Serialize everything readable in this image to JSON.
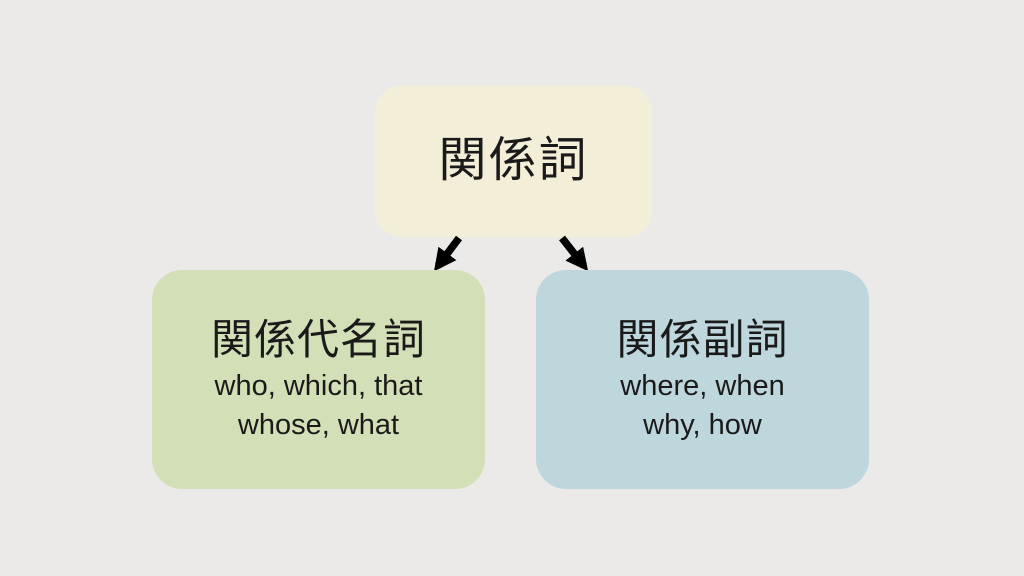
{
  "background_color": "#EBEAE8",
  "text_color": "#1A1A1A",
  "arrow_color": "#000000",
  "diagram": {
    "root": {
      "label": "関係詞",
      "color": "#F3EED8"
    },
    "children": [
      {
        "title": "関係代名詞",
        "examples": [
          "who, which, that",
          "whose, what"
        ],
        "color": "#D3DFB6"
      },
      {
        "title": "関係副詞",
        "examples": [
          "where, when",
          "why, how"
        ],
        "color": "#BED7DC"
      }
    ],
    "connections": [
      {
        "from": "関係詞",
        "to": "関係代名詞"
      },
      {
        "from": "関係詞",
        "to": "関係副詞"
      }
    ]
  }
}
